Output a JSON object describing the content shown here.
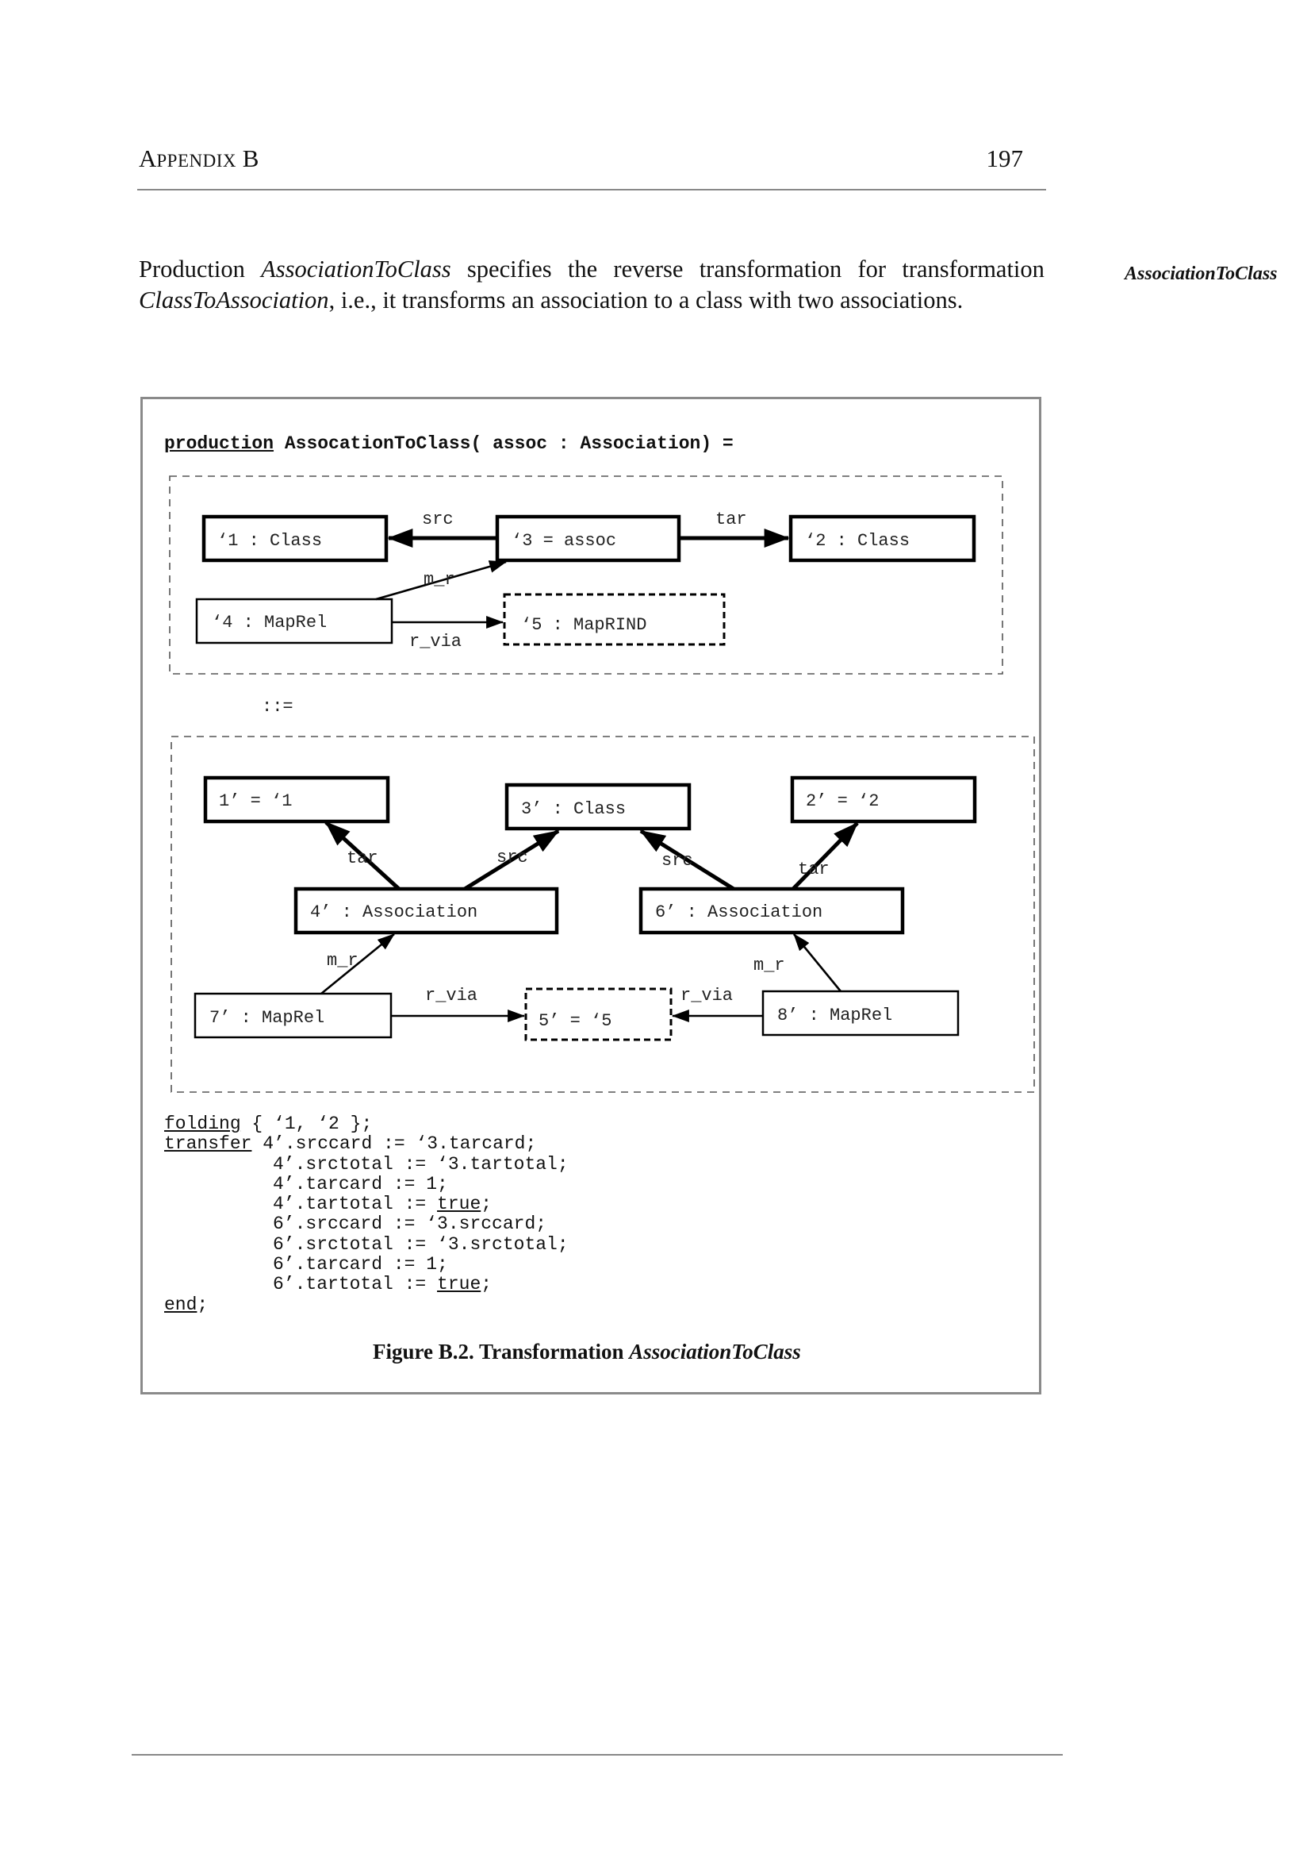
{
  "header": {
    "section_first": "A",
    "section_rest": "PPENDIX",
    "section_letter": "B",
    "page_number": "197"
  },
  "paragraph": {
    "w1": "Production",
    "w2": "AssociationToClass",
    "w3": "specifies",
    "w4": "the",
    "w5": "reverse",
    "w6": "transformation",
    "w7": "for",
    "w8": "transformation",
    "line2_italic": "ClassToAssociation",
    "line2_rest": ", i.e., it transforms an association to a class with two associations."
  },
  "margin_note": "AssociationToClass",
  "figure": {
    "production_keyword": "production",
    "production_rest": " AssocationToClass( assoc : Association) =",
    "lhs": {
      "node1": "‘1  : Class",
      "node3": "‘3  = assoc",
      "node2": "‘2  : Class",
      "node4": "‘4  : MapRel",
      "node5": "‘5  : MapRIND",
      "edge_src": "src",
      "edge_tar": "tar",
      "edge_mr": "m_r",
      "edge_rvia": "r_via"
    },
    "separator": "::=",
    "rhs": {
      "node1": "1’  = ‘1",
      "node3": "3’  : Class",
      "node2": "2’  = ‘2",
      "node4": "4’  : Association",
      "node6": "6’  : Association",
      "node7": "7’  : MapRel",
      "node5": "5’  = ‘5",
      "node8": "8’  : MapRel",
      "edge_tar_left": "tar",
      "edge_src_left": "src",
      "edge_src_right": "src",
      "edge_tar_right": "tar",
      "edge_mr_left": "m_r",
      "edge_mr_right": "m_r",
      "edge_rvia_left": "r_via",
      "edge_rvia_right": "r_via"
    },
    "code": {
      "folding_kw": "folding",
      "folding_rest": " { ‘1, ‘2 };",
      "transfer_kw": "transfer",
      "t1": "4’.srccard := ‘3.tarcard;",
      "t2": "4’.srctotal := ‘3.tartotal;",
      "t3": "4’.tarcard := 1;",
      "t4_pre": "4’.tartotal := ",
      "t4_kw": "true",
      "t4_post": ";",
      "t5": "6’.srccard := ‘3.srccard;",
      "t6": "6’.srctotal := ‘3.srctotal;",
      "t7": "6’.tarcard := 1;",
      "t8_pre": "6’.tartotal := ",
      "t8_kw": "true",
      "t8_post": ";",
      "end_kw": "end",
      "end_post": ";"
    },
    "caption_label": "Figure B.2.  Transformation ",
    "caption_italic": "AssociationToClass"
  }
}
